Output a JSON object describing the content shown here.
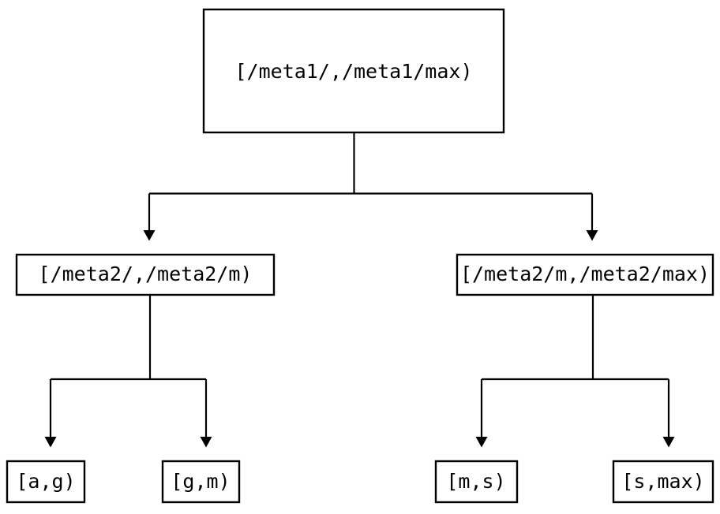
{
  "diagram": {
    "type": "tree",
    "title": "",
    "background_color": "#ffffff",
    "line_color": "#000000",
    "box_fill_color": "#ffffff",
    "box_border_color": "#000000",
    "levels": 3,
    "root": {
      "label": "[/meta1/,/meta1/max)"
    },
    "middle": [
      {
        "label": "[/meta2/,/meta2/m)"
      },
      {
        "label": "[/meta2/m,/meta2/max)"
      }
    ],
    "leaves": [
      {
        "label": "[a,g)"
      },
      {
        "label": "[g,m)"
      },
      {
        "label": "[m,s)"
      },
      {
        "label": "[s,max)"
      }
    ]
  }
}
